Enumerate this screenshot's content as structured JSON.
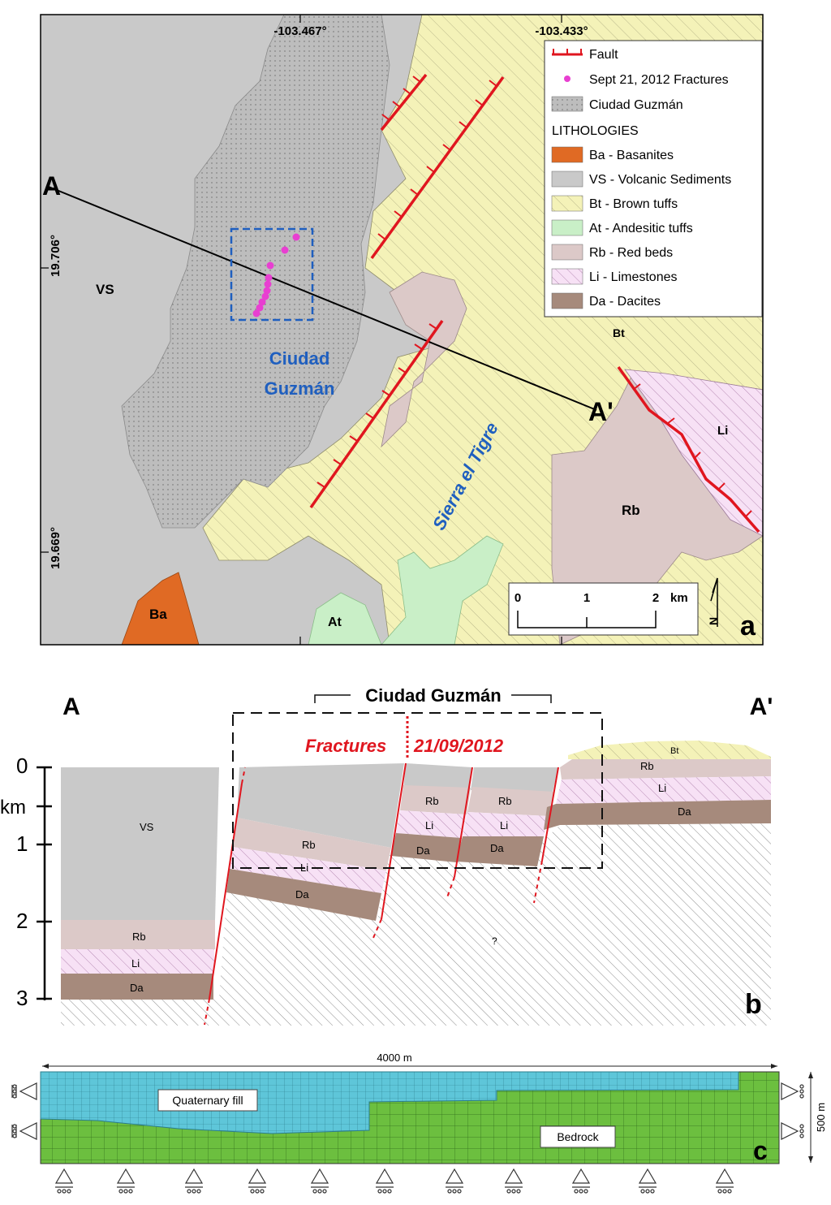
{
  "panel_a": {
    "top_coords": [
      "-103.467°",
      "-103.433°"
    ],
    "left_coords": [
      "19.706°",
      "19.669°"
    ],
    "section_start": "A",
    "section_end": "A'",
    "place_labels": {
      "vs": "VS",
      "bt": "Bt",
      "li": "Li",
      "rb": "Rb",
      "ba": "Ba",
      "at": "At",
      "city_line1": "Ciudad",
      "city_line2": "Guzmán",
      "sierra": "Sierra el Tigre"
    },
    "legend": {
      "fault": "Fault",
      "fractures": "Sept 21, 2012 Fractures",
      "city": "Ciudad Guzmán",
      "lithologies_title": "LITHOLOGIES",
      "units": [
        {
          "label": "Ba - Basanites",
          "color": "#e06a24"
        },
        {
          "label": "VS - Volcanic Sediments",
          "color": "#c9c9c9"
        },
        {
          "label": "Bt - Brown tuffs",
          "color": "#f4f2b8"
        },
        {
          "label": "At - Andesitic tuffs",
          "color": "#c9efc7"
        },
        {
          "label": "Rb - Red beds",
          "color": "#dcc9c8"
        },
        {
          "label": "Li - Limestones",
          "color": "#f7e1f5"
        },
        {
          "label": "Da - Dacites",
          "color": "#a68a7c"
        }
      ]
    },
    "scalebar": {
      "ticks": [
        "0",
        "1",
        "2"
      ],
      "unit": "km"
    },
    "north_arrow": "N",
    "panel_letter": "a",
    "fault_color": "#e0161f",
    "fracture_color": "#e83fd1"
  },
  "panel_b": {
    "left_end": "A",
    "right_end": "A'",
    "city": "Ciudad Guzmán",
    "fractures_label": "Fractures",
    "fractures_date": "21/09/2012",
    "depth_ticks": [
      "0",
      "1",
      "2",
      "3"
    ],
    "depth_unit": "km",
    "labels": {
      "vs": "VS",
      "rb": "Rb",
      "li": "Li",
      "da": "Da",
      "bt": "Bt",
      "unknown": "?"
    },
    "panel_letter": "b"
  },
  "panel_c": {
    "width_label": "4000 m",
    "height_label": "500 m",
    "fill_label": "Quaternary fill",
    "bedrock_label": "Bedrock",
    "panel_letter": "c",
    "fill_color": "#5ec6d9",
    "bedrock_color": "#6cbf3f"
  }
}
